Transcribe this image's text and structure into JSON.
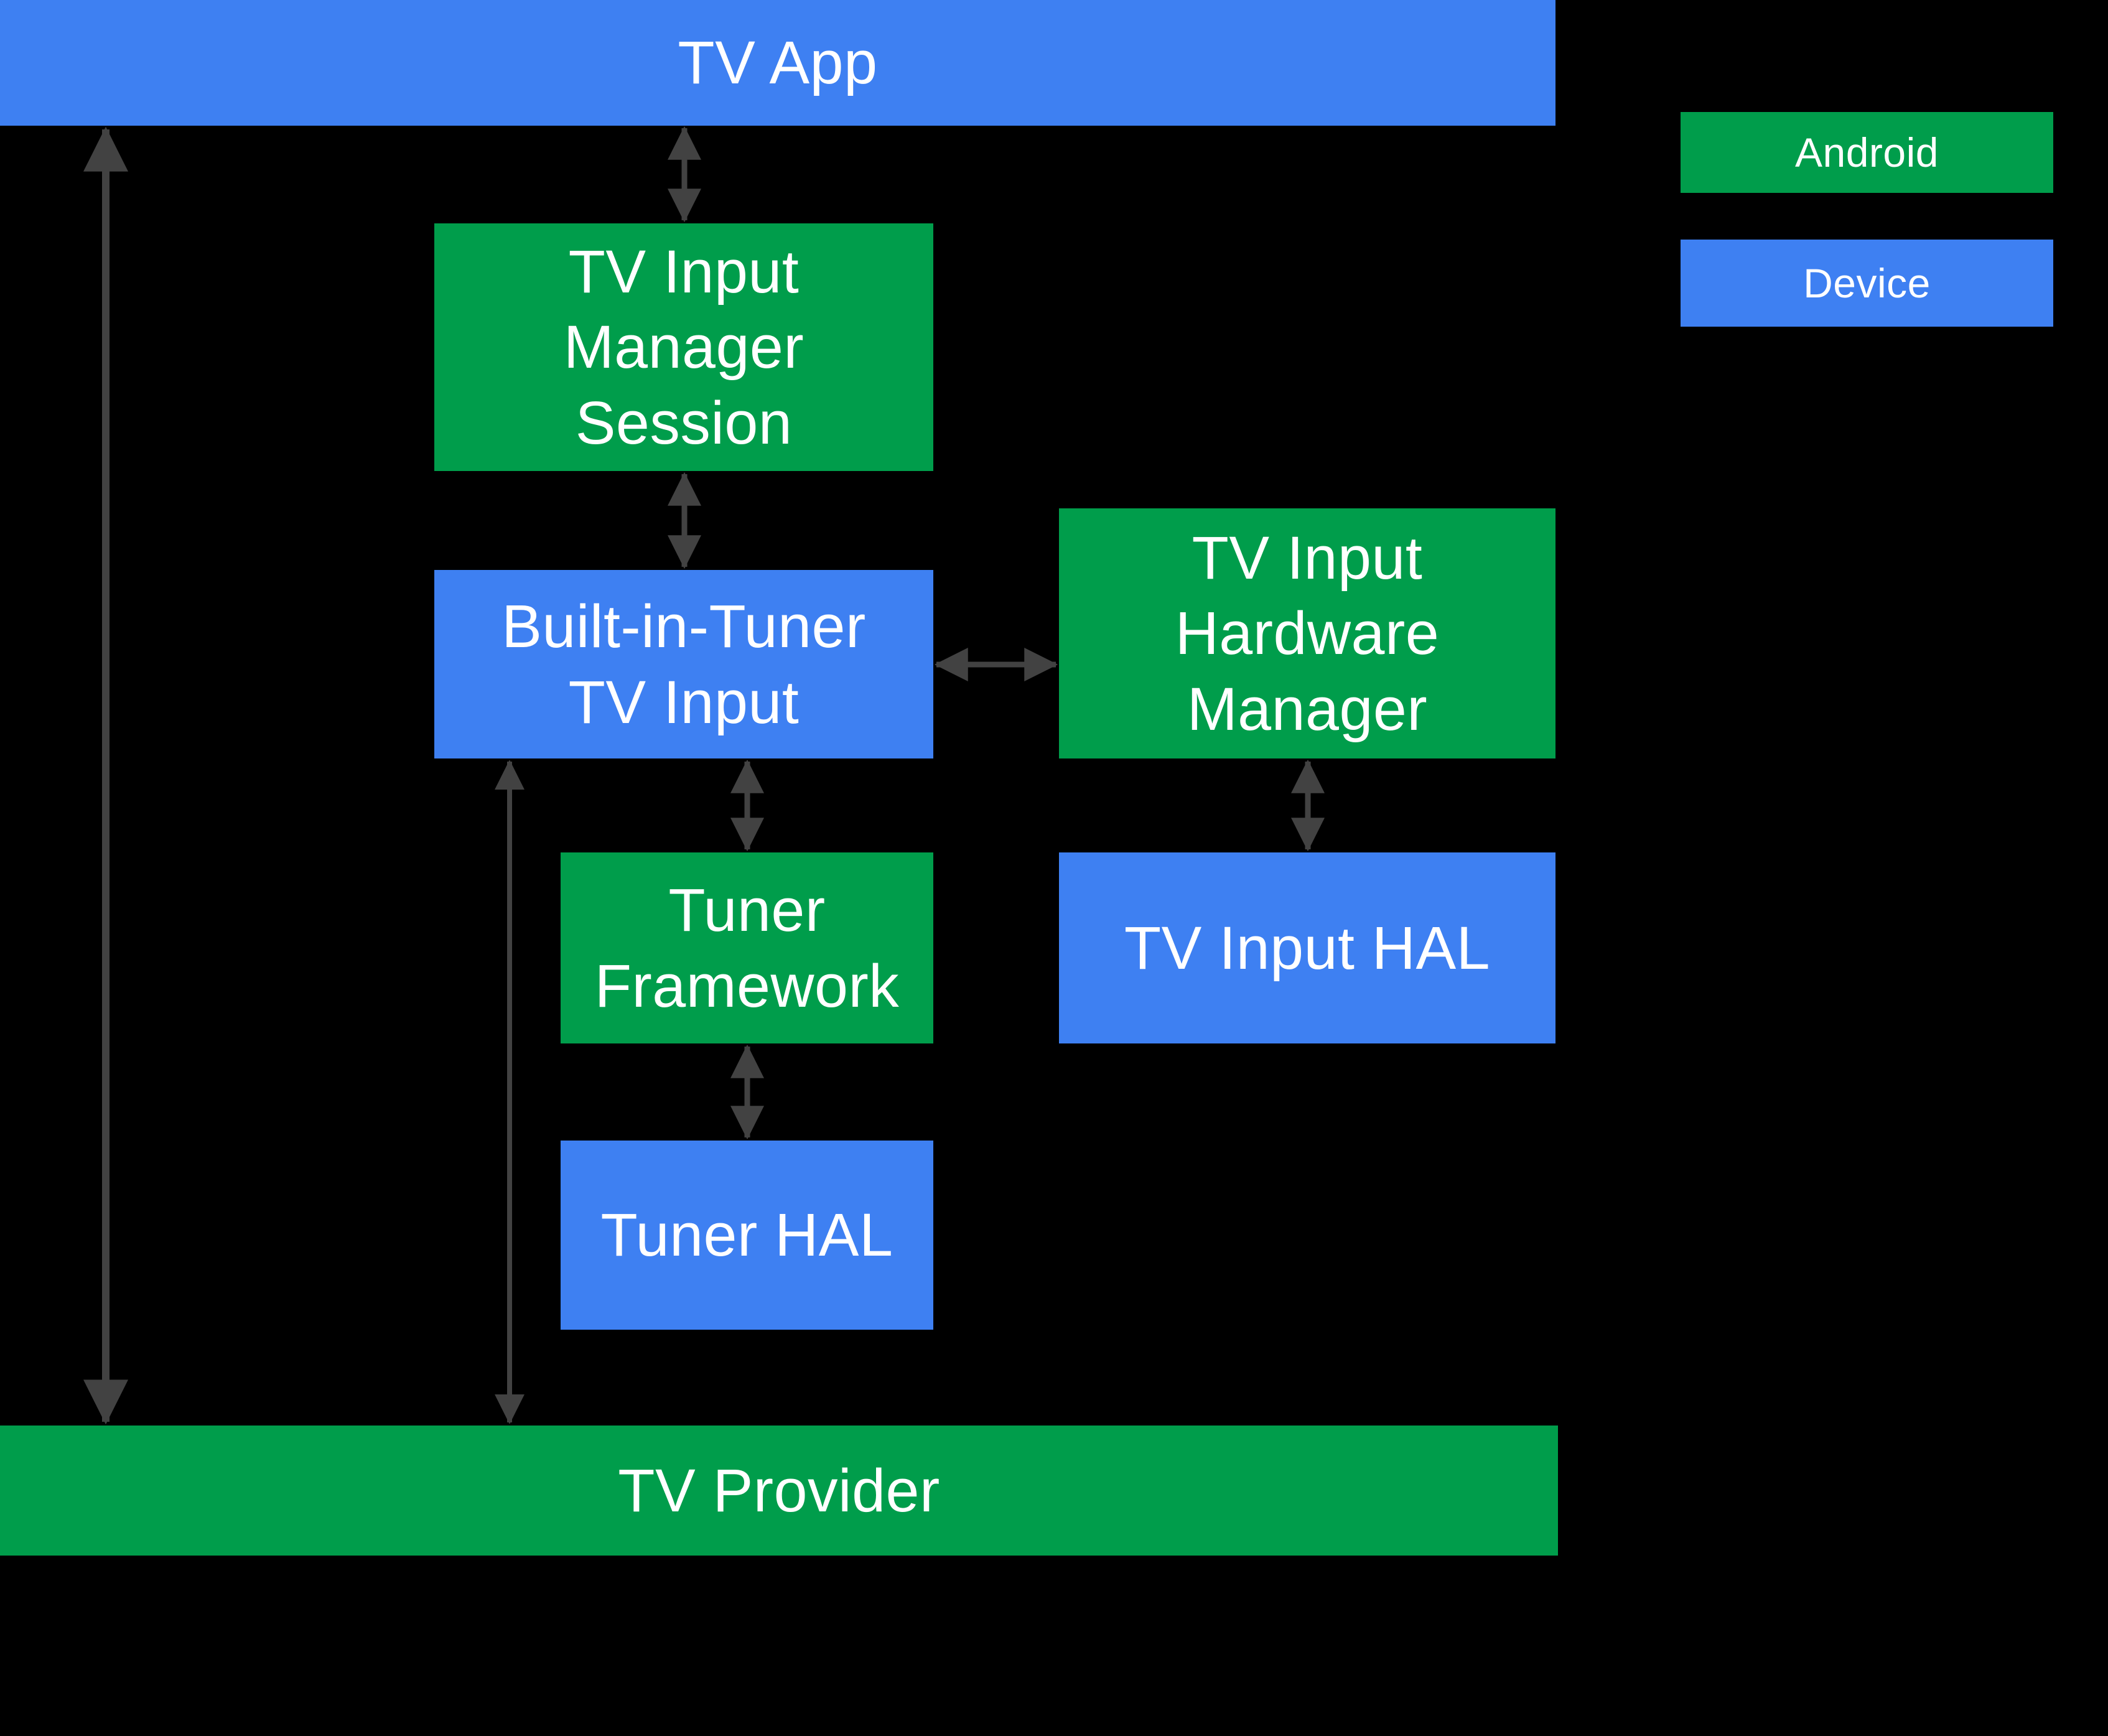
{
  "diagram": {
    "background_color": "#000000",
    "text_color": "#FFFFFF",
    "arrow_color": "#424242",
    "legend": {
      "android": {
        "label": "Android",
        "color": "#009D4B"
      },
      "device": {
        "label": "Device",
        "color": "#3E80F2"
      }
    },
    "nodes": {
      "tv_app": {
        "label": "TV App",
        "type": "device"
      },
      "tv_input_manager_session": {
        "label_lines": [
          "TV Input",
          "Manager",
          "Session"
        ],
        "type": "android"
      },
      "built_in_tuner_tv_input": {
        "label_lines": [
          "Built-in-Tuner",
          "TV Input"
        ],
        "type": "device"
      },
      "tv_input_hardware_manager": {
        "label_lines": [
          "TV Input",
          "Hardware",
          "Manager"
        ],
        "type": "android"
      },
      "tuner_framework": {
        "label_lines": [
          "Tuner",
          "Framework"
        ],
        "type": "android"
      },
      "tv_input_hal": {
        "label": "TV Input HAL",
        "type": "device"
      },
      "tuner_hal": {
        "label": "Tuner HAL",
        "type": "device"
      },
      "tv_provider": {
        "label": "TV Provider",
        "type": "android"
      }
    },
    "connections": [
      {
        "from": "tv_app",
        "to": "tv_provider",
        "style": "bidirectional"
      },
      {
        "from": "tv_app",
        "to": "tv_input_manager_session",
        "style": "bidirectional"
      },
      {
        "from": "tv_input_manager_session",
        "to": "built_in_tuner_tv_input",
        "style": "bidirectional"
      },
      {
        "from": "built_in_tuner_tv_input",
        "to": "tv_provider",
        "style": "bidirectional"
      },
      {
        "from": "built_in_tuner_tv_input",
        "to": "tuner_framework",
        "style": "bidirectional"
      },
      {
        "from": "built_in_tuner_tv_input",
        "to": "tv_input_hardware_manager",
        "style": "bidirectional"
      },
      {
        "from": "tuner_framework",
        "to": "tuner_hal",
        "style": "bidirectional"
      },
      {
        "from": "tv_input_hardware_manager",
        "to": "tv_input_hal",
        "style": "bidirectional"
      }
    ]
  }
}
